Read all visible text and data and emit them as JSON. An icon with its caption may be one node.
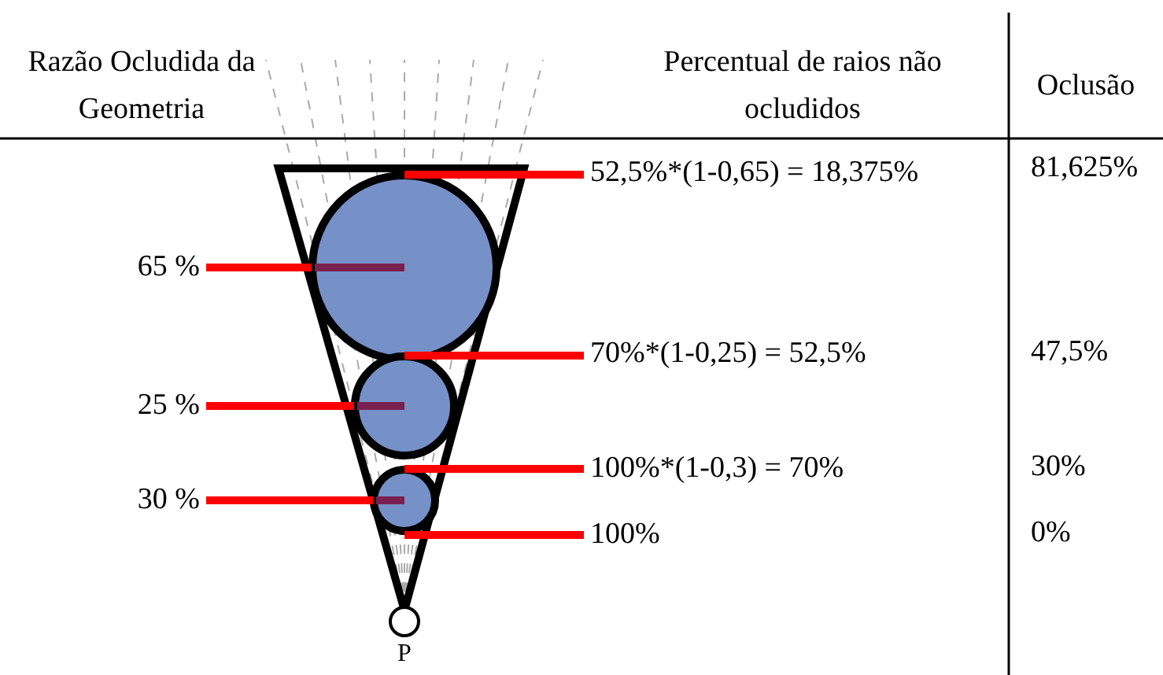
{
  "diagram": {
    "nodes": [
      {
        "text": [],
        "shape": "circle"
      },
      {
        "text": [],
        "shape": "circle"
      },
      {
        "text": [],
        "shape": "circle"
      },
      {
        "text": [],
        "shape": "circle",
        "beside": [
          "P"
        ]
      },
      {
        "text": [
          "65 %"
        ]
      },
      {
        "text": [
          "25 %"
        ]
      },
      {
        "text": [
          "30 %"
        ]
      },
      {
        "text": [
          "52,5%*(1-0,65) = 18,375%"
        ]
      },
      {
        "text": [
          "70%*(1-0,25) = 52,5%"
        ]
      },
      {
        "text": [
          "100%*(1-0,3) = 70%"
        ]
      },
      {
        "text": [
          "100%"
        ]
      }
    ],
    "edges": [
      {
        "from": 4,
        "to": 0,
        "arrow": "none"
      },
      {
        "from": 5,
        "to": 1,
        "arrow": "none"
      },
      {
        "from": 6,
        "to": 2,
        "arrow": "none"
      },
      {
        "from": 7,
        "to": 0,
        "arrow": "none"
      },
      {
        "from": 8,
        "to": 1,
        "arrow": "none"
      },
      {
        "from": 9,
        "to": 2,
        "arrow": "none"
      },
      {
        "from": 10,
        "to": 2,
        "arrow": "none"
      }
    ],
    "labels": [
      "Razão Ocludida da Geometria",
      "Percentual de raios não ocludidos",
      "Oclusão",
      "81,625%",
      "47,5%",
      "30%",
      "0%"
    ]
  }
}
